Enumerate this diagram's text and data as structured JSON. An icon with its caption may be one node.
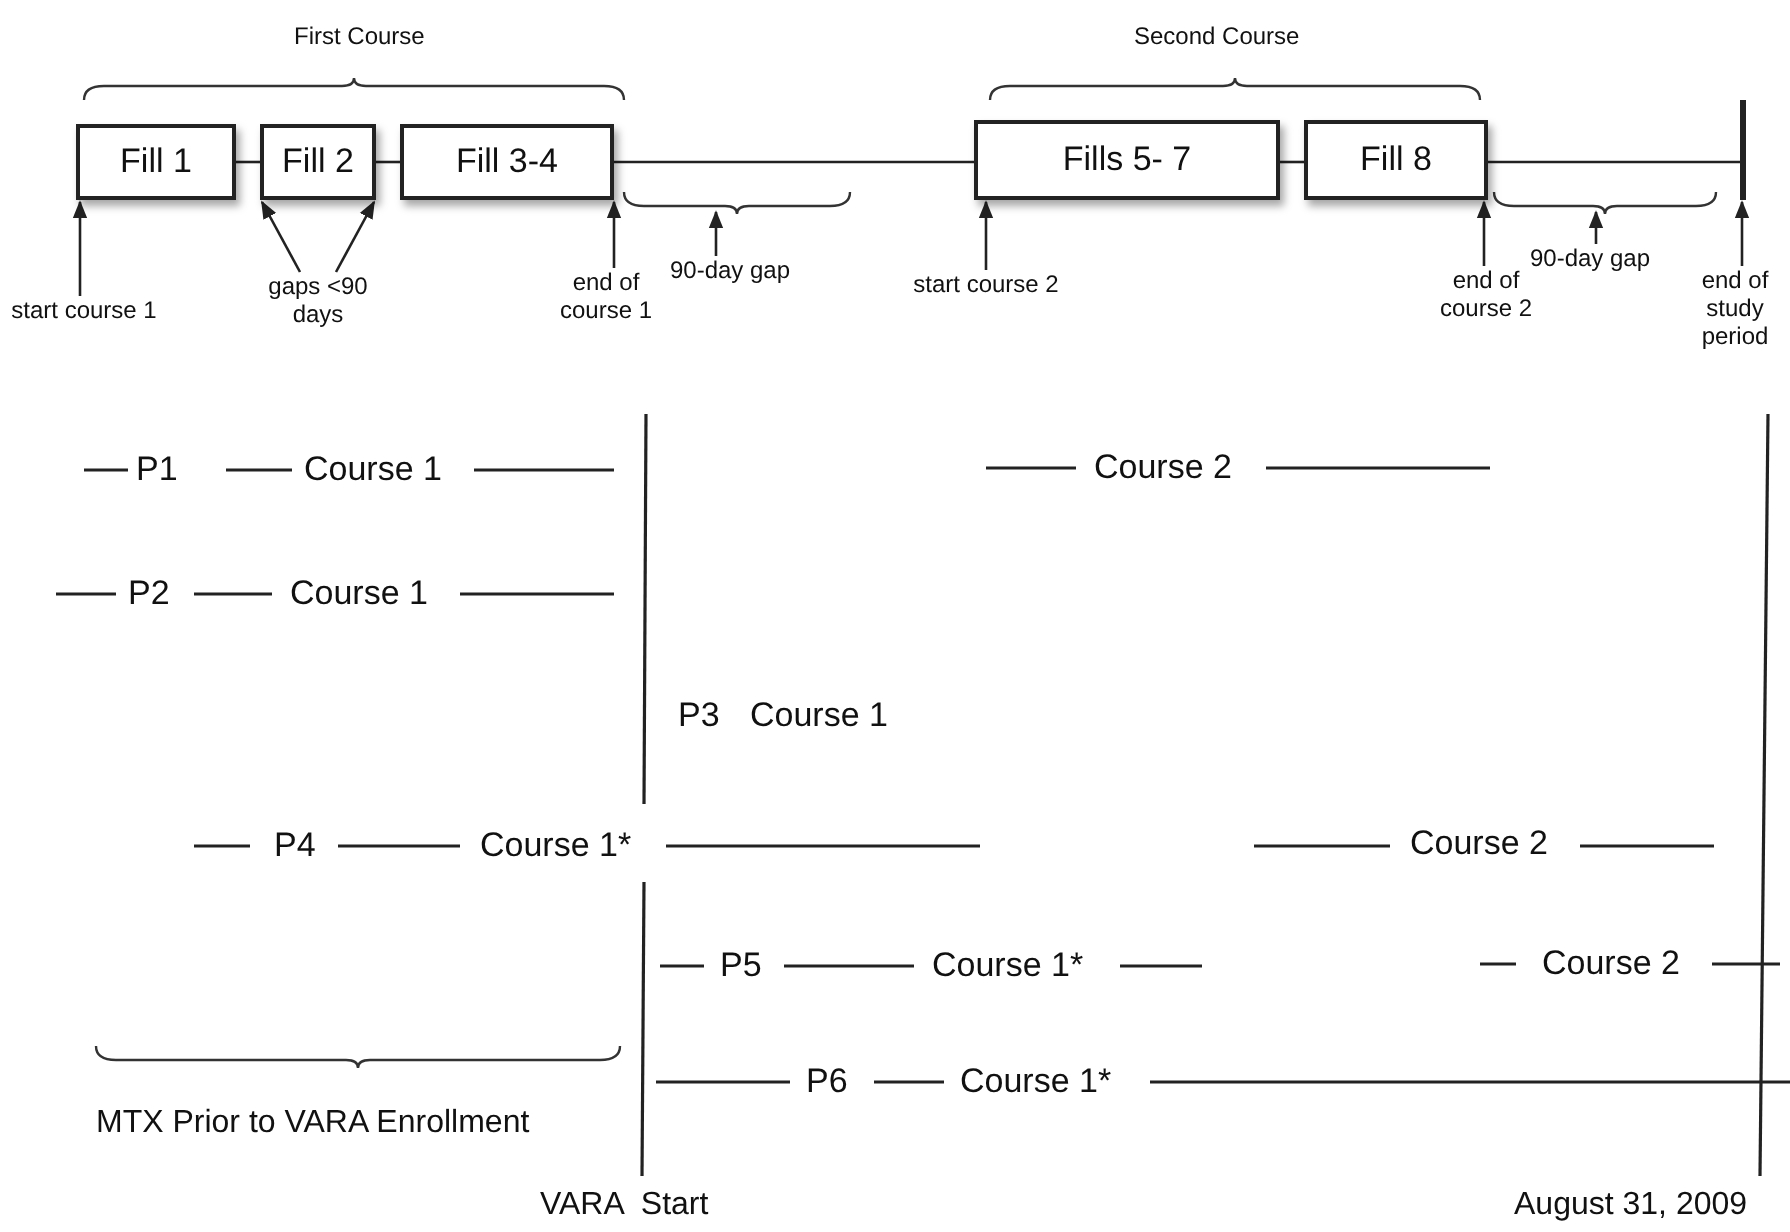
{
  "diagram": {
    "nodes": [
      {
        "text": [
          "Fill 1"
        ]
      },
      {
        "text": [
          "Fill 2"
        ]
      },
      {
        "text": [
          "Fill 3-4"
        ]
      },
      {
        "text": [
          "Fills 5- 7"
        ]
      },
      {
        "text": [
          "Fill 8"
        ]
      },
      {
        "text": [],
        "shape": "bar"
      },
      {
        "text": [
          "start course 1"
        ]
      },
      {
        "text": [
          "gaps <90 days"
        ]
      },
      {
        "text": [
          "end of course 1"
        ]
      },
      {
        "text": [
          "90-day gap"
        ]
      },
      {
        "text": [
          "start course 2"
        ]
      },
      {
        "text": [
          "end of course 2"
        ]
      },
      {
        "text": [
          "90-day gap"
        ]
      },
      {
        "text": [
          "end of study period"
        ]
      }
    ],
    "edges": [
      {
        "from": 0,
        "to": 1,
        "arrow": "none"
      },
      {
        "from": 1,
        "to": 2,
        "arrow": "none"
      },
      {
        "from": 2,
        "to": 3,
        "arrow": "none"
      },
      {
        "from": 3,
        "to": 4,
        "arrow": "none"
      },
      {
        "from": 4,
        "to": 5,
        "arrow": "none"
      },
      {
        "from": 6,
        "to": 0,
        "arrow": "to"
      },
      {
        "from": 7,
        "to": 1,
        "arrow": "to"
      },
      {
        "from": 7,
        "to": 1,
        "arrow": "to"
      },
      {
        "from": 8,
        "to": 2,
        "arrow": "to"
      },
      {
        "from": 9,
        "to": null,
        "arrow": "to"
      },
      {
        "from": 10,
        "to": 3,
        "arrow": "to"
      },
      {
        "from": 11,
        "to": 4,
        "arrow": "to"
      },
      {
        "from": 12,
        "to": null,
        "arrow": "to"
      },
      {
        "from": 13,
        "to": 5,
        "arrow": "to"
      }
    ],
    "labels": [
      "First Course",
      "Second Course",
      "P1",
      "Course 1",
      "Course 2",
      "P2",
      "Course 1",
      "P3",
      "Course 1",
      "P4",
      "Course 1*",
      "Course 2",
      "P5",
      "Course 1*",
      "Course 2",
      "P6",
      "Course 1*",
      "MTX Prior to VARA Enrollment",
      "VARA  Start",
      "August 31, 2009"
    ]
  }
}
